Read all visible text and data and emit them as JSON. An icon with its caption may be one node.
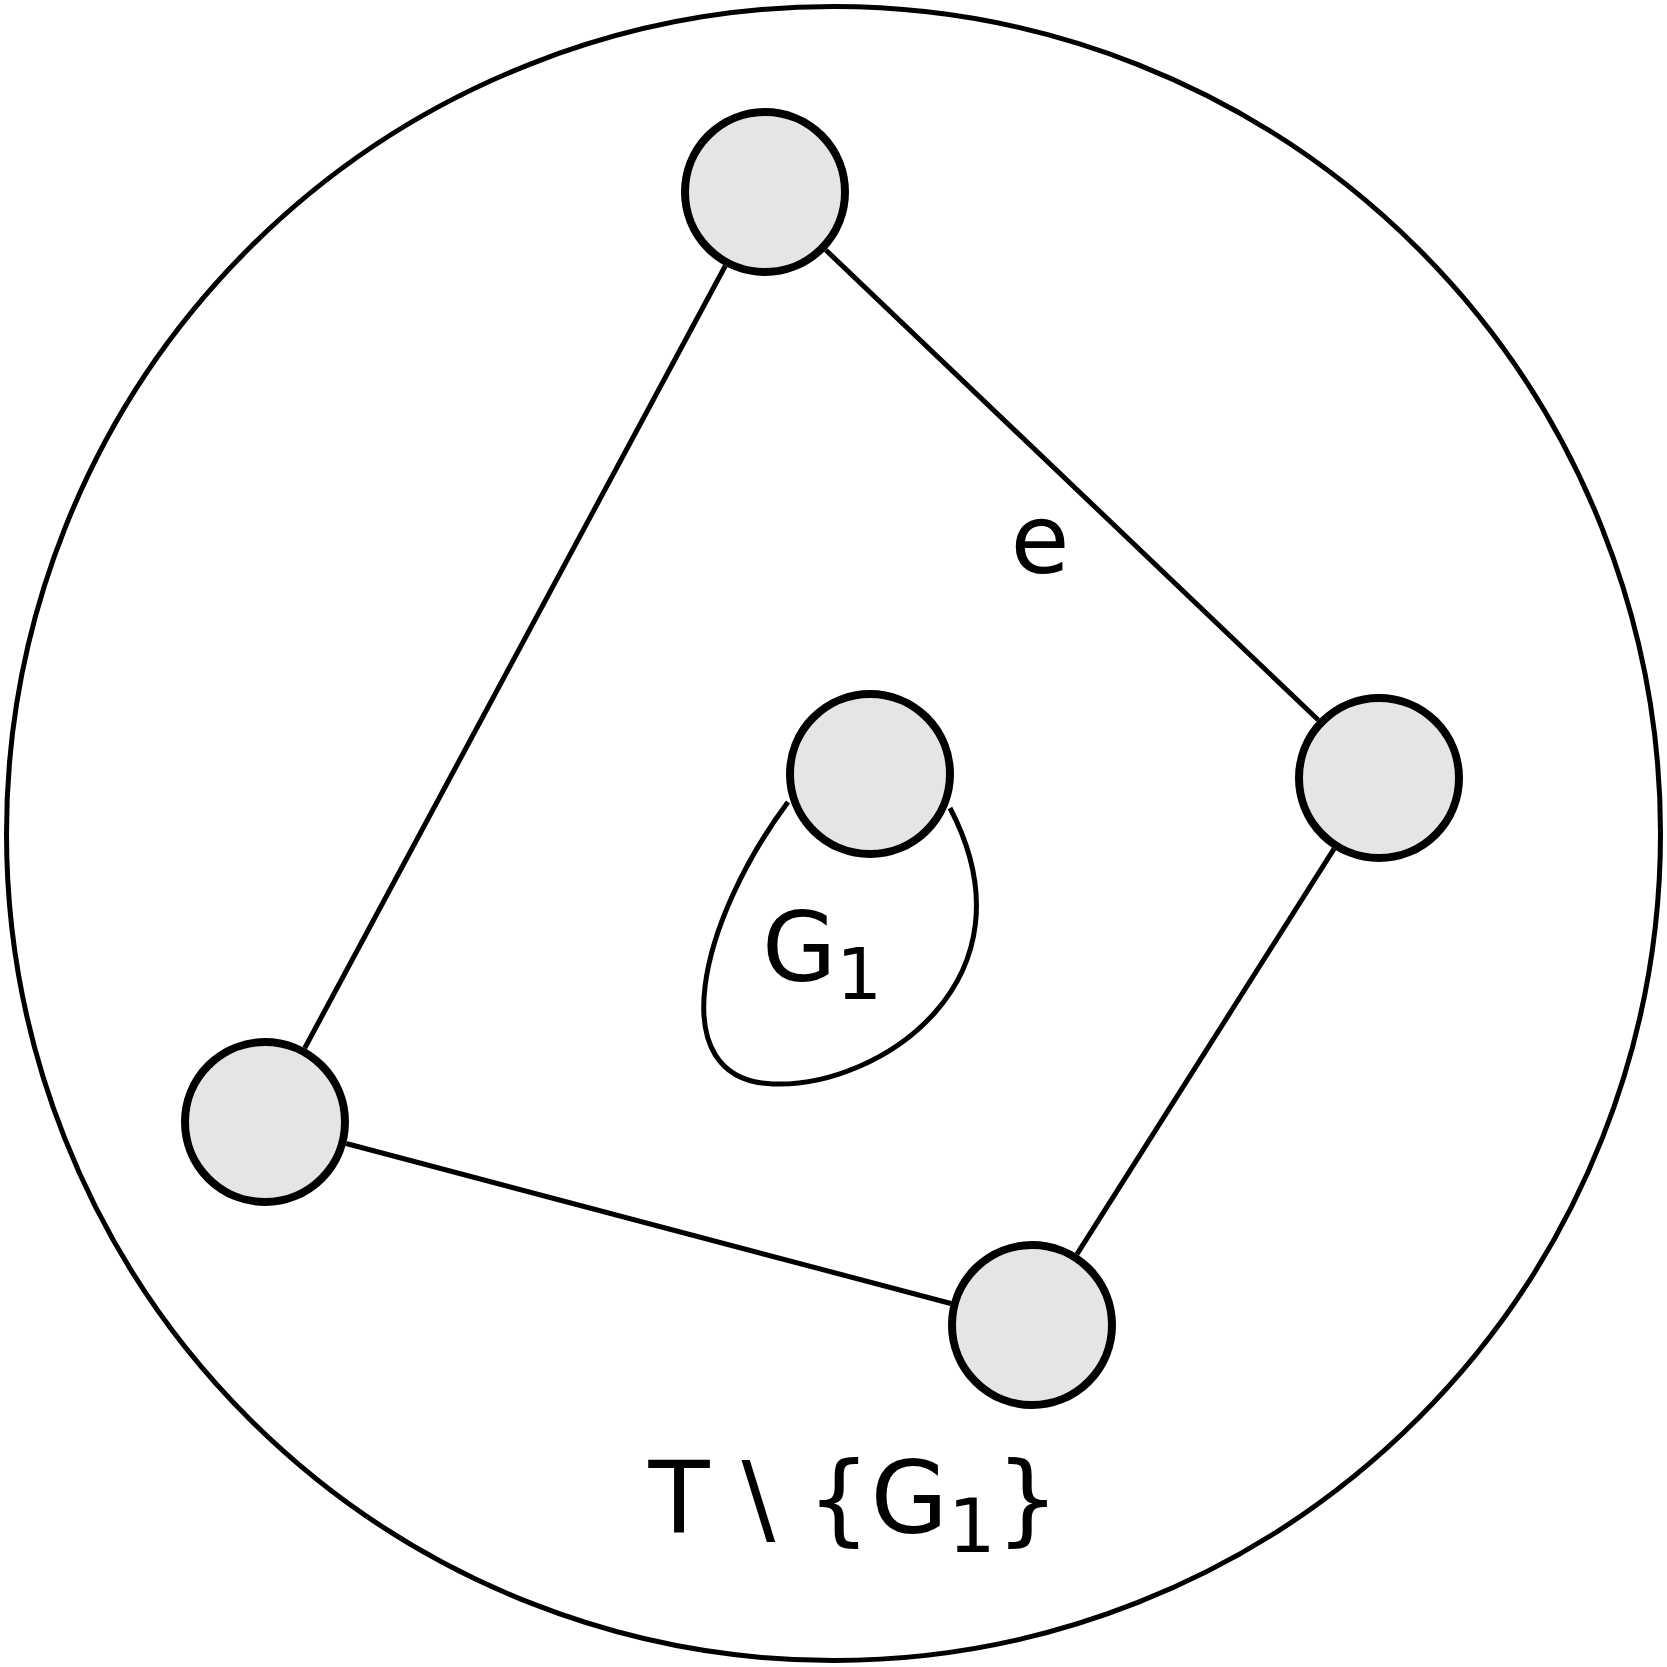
{
  "diagram": {
    "nodes": [
      {
        "text": [
          "T \\ {G$_{1}$}"
        ]
      },
      {
        "text": [],
        "shape": "circle",
        "in": 0
      },
      {
        "text": [],
        "shape": "circle",
        "in": 0
      },
      {
        "text": [],
        "shape": "circle",
        "in": 0
      },
      {
        "text": [],
        "shape": "circle",
        "in": 0
      },
      {
        "text": [],
        "shape": "circle",
        "in": 0
      }
    ],
    "edges": [
      {
        "from": 1,
        "to": 3,
        "arrow": "none",
        "label": "e"
      },
      {
        "from": 1,
        "to": 4,
        "arrow": "none"
      },
      {
        "from": 4,
        "to": 5,
        "arrow": "none"
      },
      {
        "from": 5,
        "to": 3,
        "arrow": "none"
      },
      {
        "from": 2,
        "to": 2,
        "arrow": "none",
        "label": "G$_{1}$"
      }
    ]
  }
}
